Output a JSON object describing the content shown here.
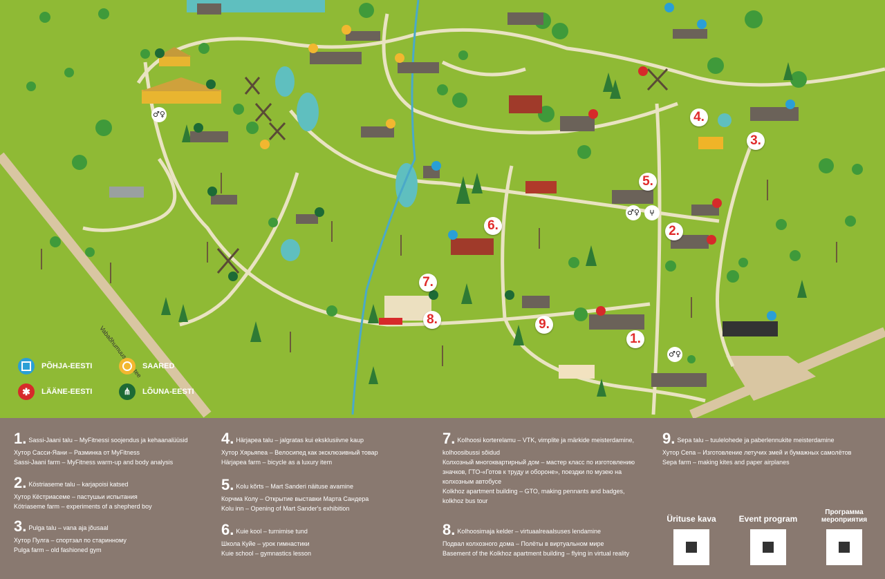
{
  "map": {
    "road_label": "Vabaõhumuuseumi tee",
    "pins": [
      "1.",
      "2.",
      "3.",
      "4.",
      "5.",
      "6.",
      "7.",
      "8.",
      "9."
    ]
  },
  "legend": {
    "items": [
      {
        "label": "PÕHJA-EESTI",
        "color": "#2a9fd6",
        "icon": "blue-square-knot-icon"
      },
      {
        "label": "SAARED",
        "color": "#f2b730",
        "icon": "yellow-sun-icon"
      },
      {
        "label": "LÄÄNE-EESTI",
        "color": "#d62a2a",
        "icon": "red-star-icon"
      },
      {
        "label": "LÕUNA-EESTI",
        "color": "#1d6a35",
        "icon": "green-tree-symbol-icon"
      }
    ]
  },
  "program": [
    {
      "num": "1.",
      "et": "Sassi-Jaani talu – MyFitnessi soojendus ja kehaanalüüsid",
      "ru": "Хутор Сасси-Яани – Разминка от MyFitness",
      "en": "Sassi-Jaani farm – MyFitness warm-up and body analysis"
    },
    {
      "num": "2.",
      "et": "Köstriaseme talu – karjapoisi katsed",
      "ru": "Хутор Кёстриасеме – пастушьи испытания",
      "en": "Kötriaseme farm – experiments of a shepherd boy"
    },
    {
      "num": "3.",
      "et": "Pulga talu – vana aja jõusaal",
      "ru": "Хутор Пулга – спортзал по старинному",
      "en": "Pulga farm – old fashioned gym"
    },
    {
      "num": "4.",
      "et": "Härjapea talu – jalgratas kui eksklusiivne kaup",
      "ru": "Хутор Хярьяпеа – Велосипед как эксклюзивный товар",
      "en": "Härjapea farm – bicycle as a luxury item"
    },
    {
      "num": "5.",
      "et": "Kolu kõrts – Mart Sanderi näituse avamine",
      "ru": "Корчма Колу – Открытие выставки Марта Сандера",
      "en": "Kolu inn – Opening of Mart Sander's exhibition"
    },
    {
      "num": "6.",
      "et": "Kuie kool – turnimise tund",
      "ru": "Школа Куйе – урок гимнастики",
      "en": "Kuie school – gymnastics lesson"
    },
    {
      "num": "7.",
      "et": "Kolhoosi korterelamu – VTK, vimplite ja märkide meisterdamine, kolhoosibussi sõidud",
      "ru": "Колхозный многоквартирный дом – мастер класс по изготовлению значков, ГТО-«Готов к труду и обороне», поездки по музею на колхозным автобусе",
      "en": "Kolkhoz apartment building – GTO, making pennants and badges, kolkhoz bus tour"
    },
    {
      "num": "8.",
      "et": "Kolhoosimaja kelder – virtuaalreaalsuses lendamine",
      "ru": "Подвал колхозного дома – Полёты в виртуальном мире",
      "en": "Basement of the Kolkhoz apartment building – flying in virtual reality"
    },
    {
      "num": "9.",
      "et": "Sepa talu – tuulelohede ja paberlennukite meisterdamine",
      "ru": "Хутор Сепа – Изготовление летучих змей и бумажных самолётов",
      "en": "Sepa farm – making kites and paper airplanes"
    }
  ],
  "qr": [
    {
      "label": "Ürituse kava"
    },
    {
      "label": "Event program"
    },
    {
      "label": "Программа мероприятия"
    }
  ]
}
